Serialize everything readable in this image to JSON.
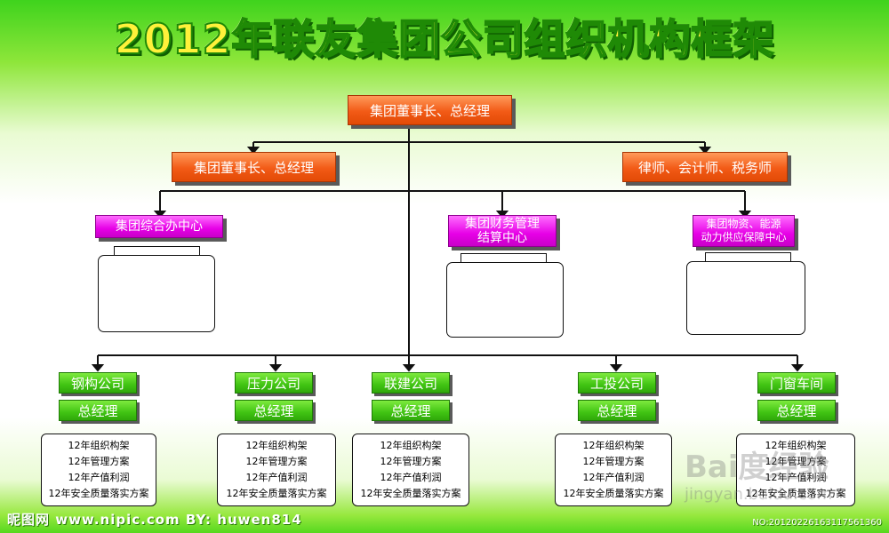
{
  "title": "2012年联友集团公司组织机构框架",
  "top_node": "集团董事长、总经理",
  "second_left": "集团董事长、总经理",
  "second_right": "律师、会计师、税务师",
  "centers": [
    {
      "line1": "集团综合办中心",
      "line2": ""
    },
    {
      "line1": "集团财务管理",
      "line2": "结算中心"
    },
    {
      "line1": "集团物资、能源",
      "line2": "动力供应保障中心"
    }
  ],
  "companies": [
    {
      "name": "钢构公司",
      "manager": "总经理",
      "items": [
        "12年组织构架",
        "12年管理方案",
        "12年产值利润",
        "12年安全质量落实方案"
      ]
    },
    {
      "name": "压力公司",
      "manager": "总经理",
      "items": [
        "12年组织构架",
        "12年管理方案",
        "12年产值利润",
        "12年安全质量落实方案"
      ]
    },
    {
      "name": "联建公司",
      "manager": "总经理",
      "items": [
        "12年组织构架",
        "12年管理方案",
        "12年产值利润",
        "12年安全质量落实方案"
      ]
    },
    {
      "name": "工投公司",
      "manager": "总经理",
      "items": [
        "12年组织构架",
        "12年管理方案",
        "12年产值利润",
        "12年安全质量落实方案"
      ]
    },
    {
      "name": "门窗车间",
      "manager": "总经理",
      "items": [
        "12年组织构架",
        "12年管理方案",
        "12年产值利润",
        "12年安全质量落实方案"
      ]
    }
  ],
  "watermarks": {
    "left": "昵图网 www.nipic.com    BY: huwen814",
    "right": "NO:20120226163117561360",
    "baidu_line1": "Bai度经验",
    "baidu_line2": "jingyan.baidu.com"
  }
}
